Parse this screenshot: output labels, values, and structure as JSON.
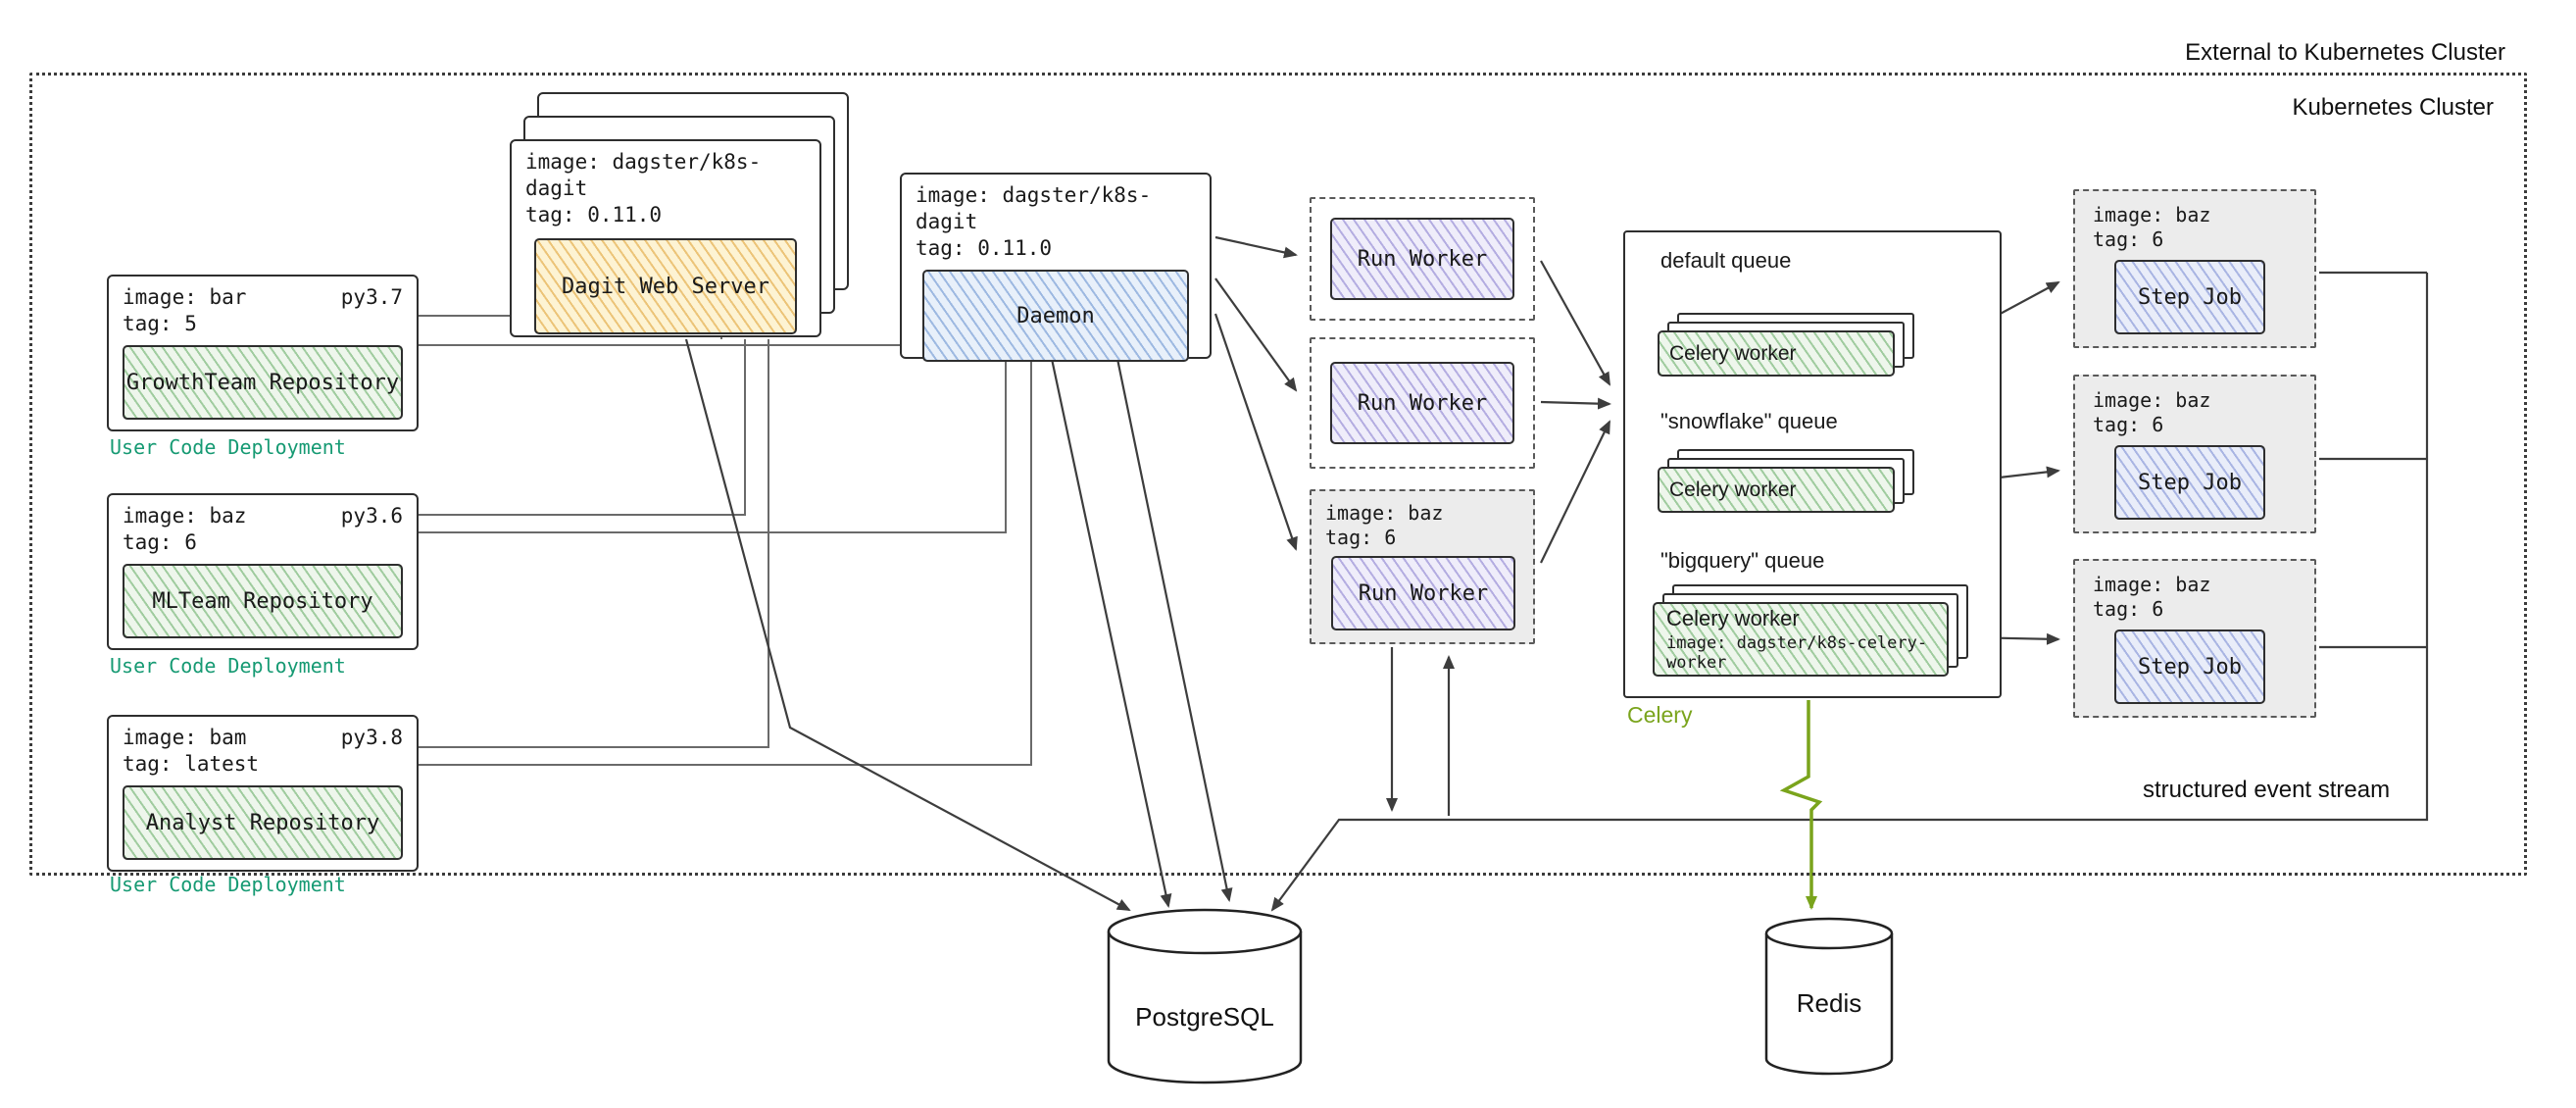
{
  "boundary": {
    "external_label": "External to Kubernetes Cluster",
    "cluster_label": "Kubernetes Cluster"
  },
  "repos": [
    {
      "image": "image: bar",
      "python": "py3.7",
      "tag": "tag: 5",
      "name": "GrowthTeam Repository",
      "caption": "User Code Deployment"
    },
    {
      "image": "image: baz",
      "python": "py3.6",
      "tag": "tag: 6",
      "name": "MLTeam Repository",
      "caption": "User Code Deployment"
    },
    {
      "image": "image: bam",
      "python": "py3.8",
      "tag": "tag: latest",
      "name": "Analyst Repository",
      "caption": "User Code Deployment"
    }
  ],
  "dagit": {
    "image": "image: dagster/k8s-dagit",
    "tag": "tag: 0.11.0",
    "name": "Dagit Web Server"
  },
  "daemon": {
    "image": "image: dagster/k8s-dagit",
    "tag": "tag: 0.11.0",
    "name": "Daemon"
  },
  "run_workers": [
    {
      "name": "Run Worker"
    },
    {
      "name": "Run Worker"
    },
    {
      "name": "Run Worker",
      "image": "image: baz",
      "tag": "tag: 6"
    }
  ],
  "celery": {
    "caption": "Celery",
    "queues": [
      {
        "label": "default queue",
        "worker": "Celery worker"
      },
      {
        "label": "\"snowflake\" queue",
        "worker": "Celery worker"
      },
      {
        "label": "\"bigquery\" queue",
        "worker": "Celery worker",
        "worker_image": "image: dagster/k8s-celery-worker"
      }
    ]
  },
  "step_jobs": [
    {
      "image": "image: baz",
      "tag": "tag: 6",
      "name": "Step Job"
    },
    {
      "image": "image: baz",
      "tag": "tag: 6",
      "name": "Step Job"
    },
    {
      "image": "image: baz",
      "tag": "tag: 6",
      "name": "Step Job"
    }
  ],
  "annotations": {
    "event_stream": "structured event stream"
  },
  "databases": {
    "postgres": "PostgreSQL",
    "redis": "Redis"
  },
  "colors": {
    "user_code_caption": "#169a73",
    "celery_green": "#7aa41c"
  }
}
